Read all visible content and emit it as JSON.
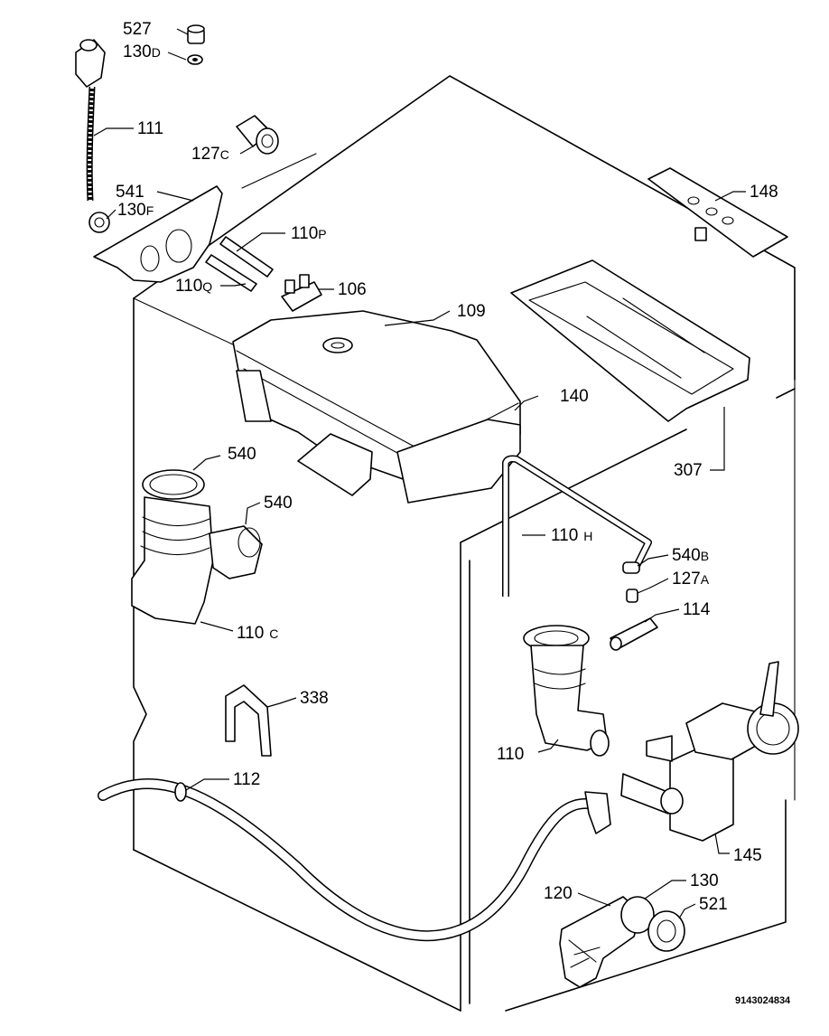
{
  "document_id": "9143024834",
  "callouts": {
    "c527": {
      "num": "527",
      "sfx": ""
    },
    "c130d": {
      "num": "130",
      "sfx": "D"
    },
    "c111": {
      "num": "111",
      "sfx": ""
    },
    "c127c": {
      "num": "127",
      "sfx": "C"
    },
    "c541": {
      "num": "541",
      "sfx": ""
    },
    "c130f": {
      "num": "130",
      "sfx": "F"
    },
    "c110p": {
      "num": "110",
      "sfx": "P"
    },
    "c110q": {
      "num": "110",
      "sfx": "Q"
    },
    "c106": {
      "num": "106",
      "sfx": ""
    },
    "c109": {
      "num": "109",
      "sfx": ""
    },
    "c148": {
      "num": "148",
      "sfx": ""
    },
    "c140": {
      "num": "140",
      "sfx": ""
    },
    "c307": {
      "num": "307",
      "sfx": ""
    },
    "c540a": {
      "num": "540",
      "sfx": ""
    },
    "c540b": {
      "num": "540",
      "sfx": ""
    },
    "c110h": {
      "num": "110",
      "sfx": "H"
    },
    "c540b2": {
      "num": "540",
      "sfx": "B"
    },
    "c127a": {
      "num": "127",
      "sfx": "A"
    },
    "c114": {
      "num": "114",
      "sfx": ""
    },
    "c110c": {
      "num": "110",
      "sfx": "C"
    },
    "c338": {
      "num": "338",
      "sfx": ""
    },
    "c110": {
      "num": "110",
      "sfx": ""
    },
    "c112": {
      "num": "112",
      "sfx": ""
    },
    "c145": {
      "num": "145",
      "sfx": ""
    },
    "c130": {
      "num": "130",
      "sfx": ""
    },
    "c120": {
      "num": "120",
      "sfx": ""
    },
    "c521": {
      "num": "521",
      "sfx": ""
    }
  }
}
